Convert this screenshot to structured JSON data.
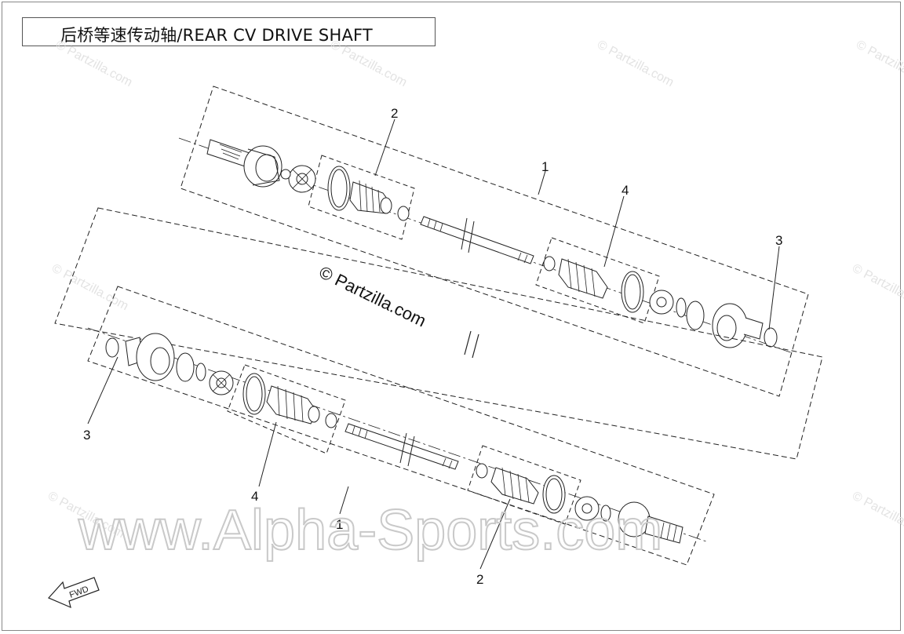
{
  "title": "后桥等速传动轴/REAR CV DRIVE SHAFT",
  "copyright_center": "© Partzilla.com",
  "watermark_partzilla": "© Partzilla.com",
  "watermark_alpha": "www.Alpha-Sports.com",
  "fwd_label": "FWD",
  "callouts": {
    "upper": {
      "c1": "1",
      "c2": "2",
      "c3": "3",
      "c4": "4"
    },
    "lower": {
      "c1": "1",
      "c2": "2",
      "c3": "3",
      "c4": "4"
    }
  }
}
